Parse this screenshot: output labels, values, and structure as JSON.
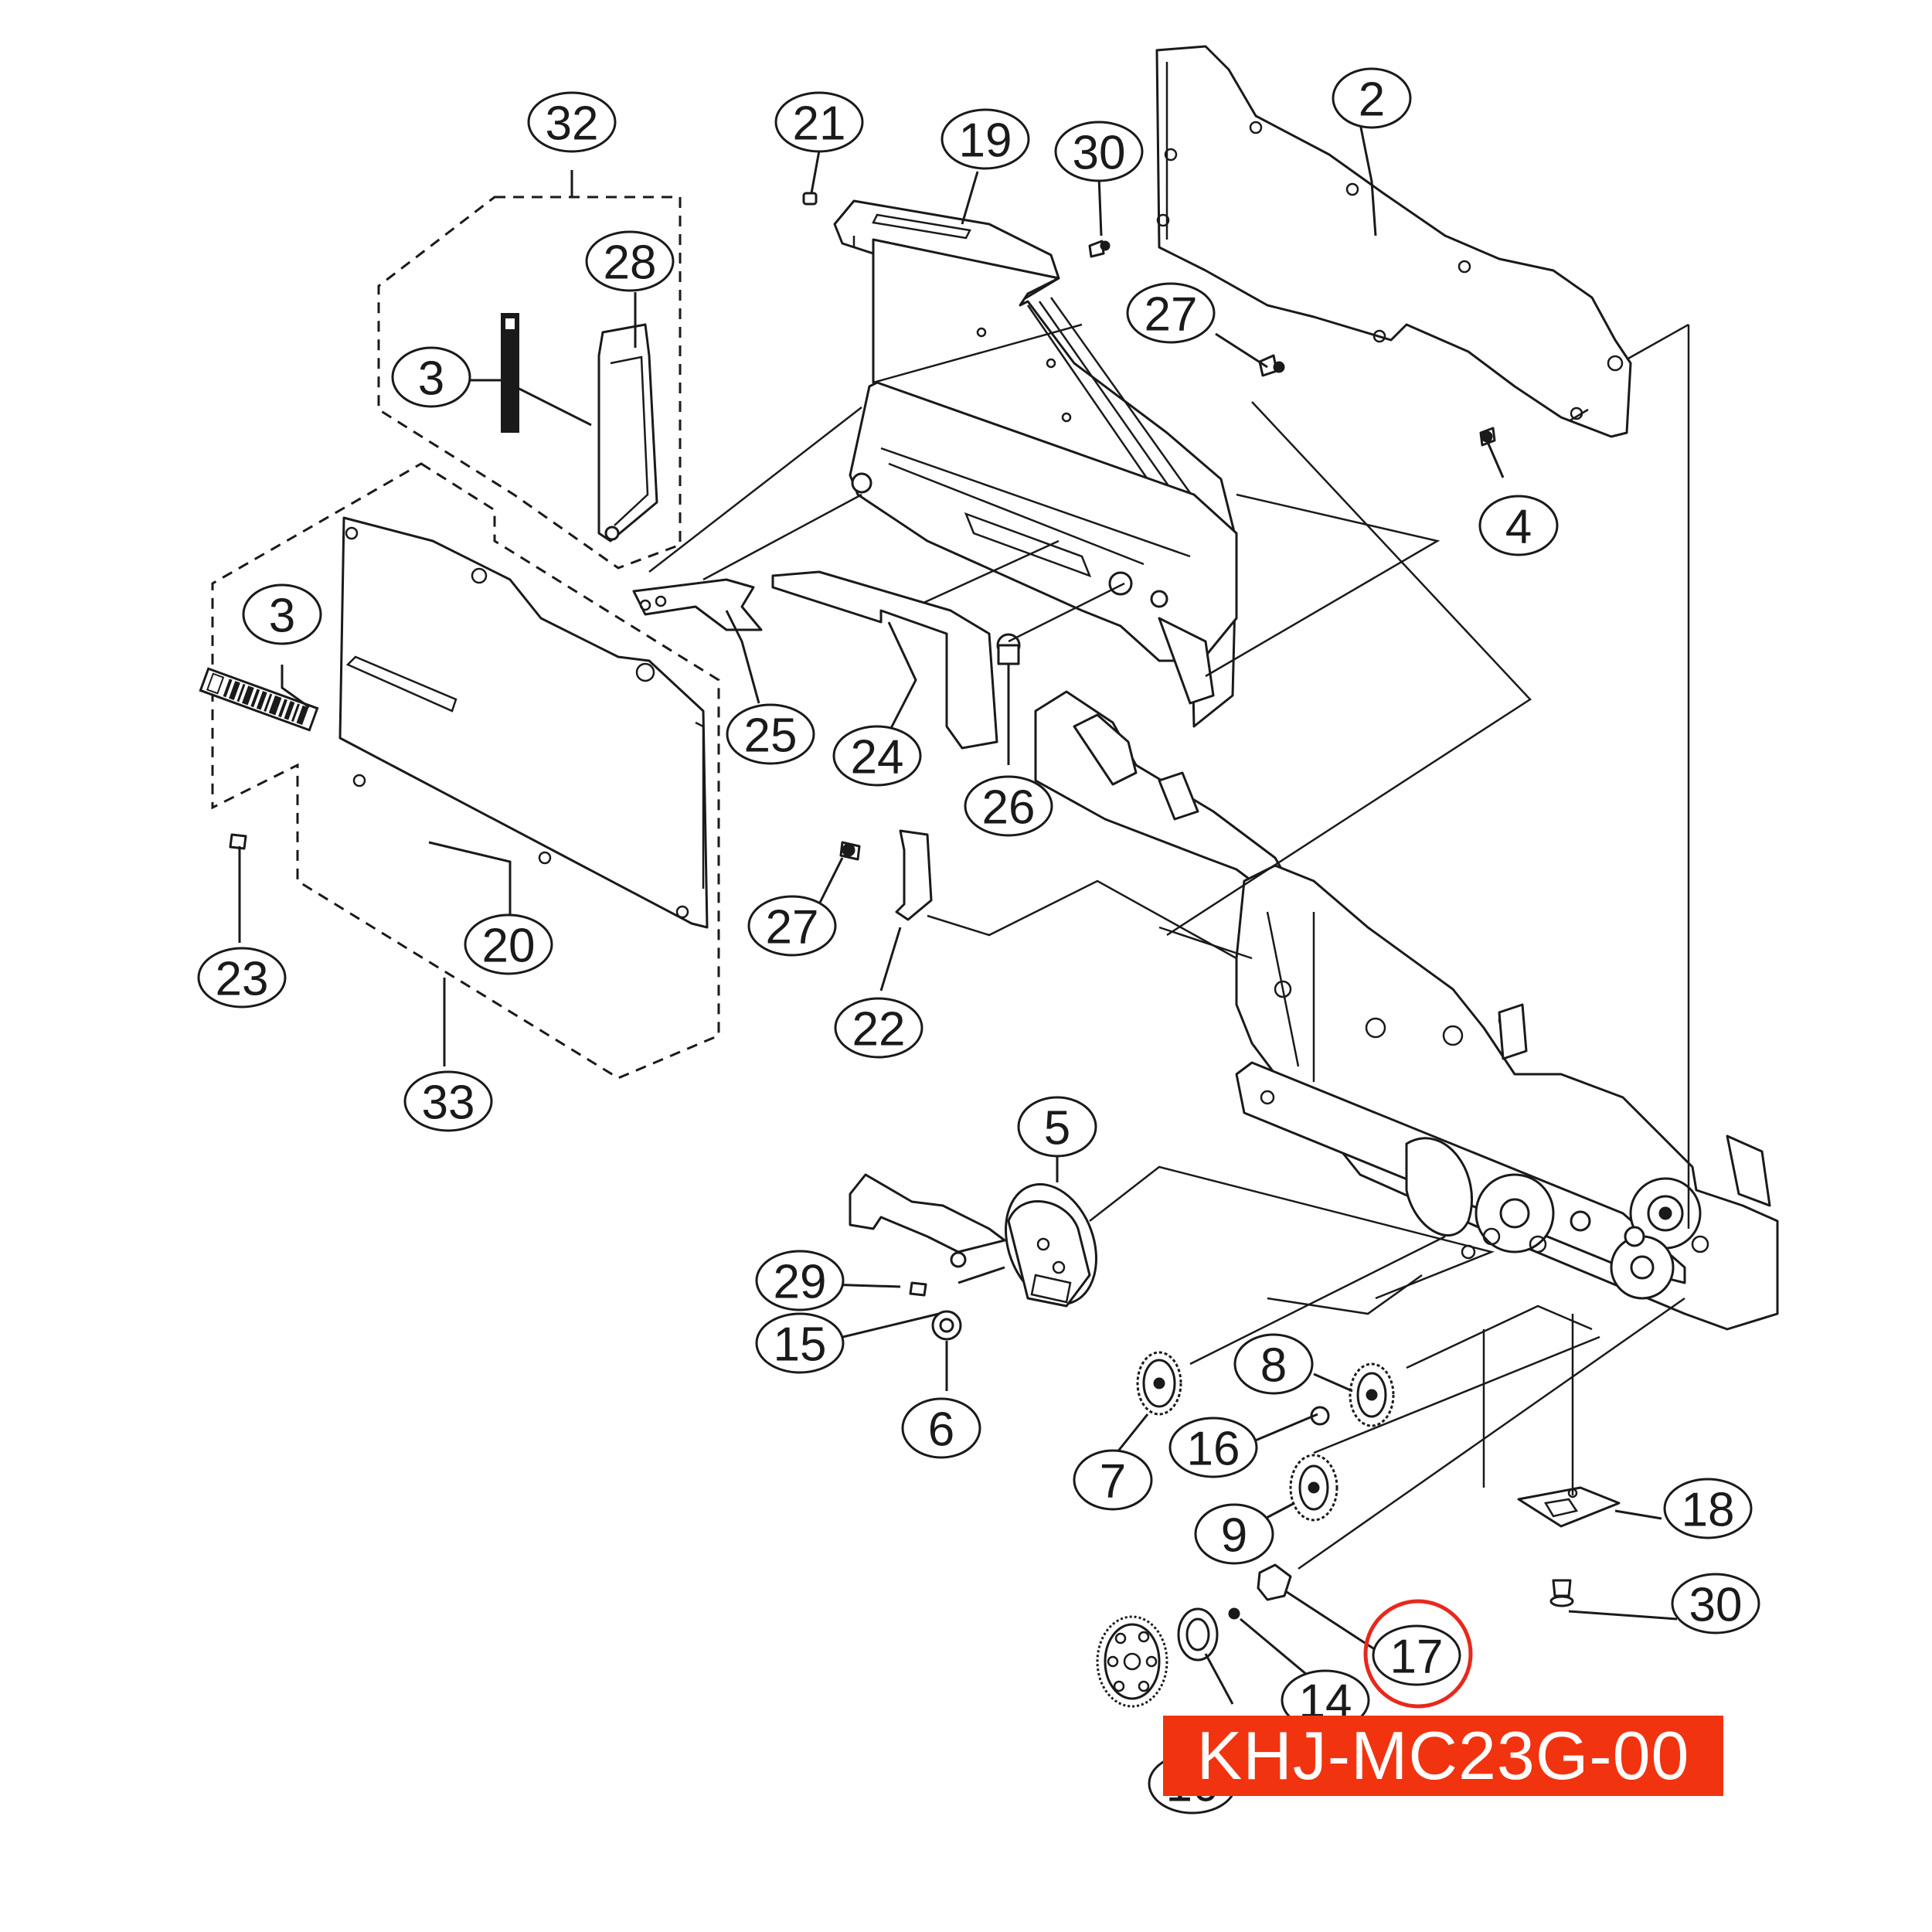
{
  "callouts": [
    {
      "id": "c2",
      "label": "2"
    },
    {
      "id": "c32",
      "label": "32"
    },
    {
      "id": "c21",
      "label": "21"
    },
    {
      "id": "c19",
      "label": "19"
    },
    {
      "id": "c30a",
      "label": "30"
    },
    {
      "id": "c28",
      "label": "28"
    },
    {
      "id": "c27a",
      "label": "27"
    },
    {
      "id": "c3a",
      "label": "3"
    },
    {
      "id": "c4",
      "label": "4"
    },
    {
      "id": "c3b",
      "label": "3"
    },
    {
      "id": "c25",
      "label": "25"
    },
    {
      "id": "c24",
      "label": "24"
    },
    {
      "id": "c26",
      "label": "26"
    },
    {
      "id": "c27b",
      "label": "27"
    },
    {
      "id": "c22",
      "label": "22"
    },
    {
      "id": "c20",
      "label": "20"
    },
    {
      "id": "c23",
      "label": "23"
    },
    {
      "id": "c33",
      "label": "33"
    },
    {
      "id": "c5",
      "label": "5"
    },
    {
      "id": "c29",
      "label": "29"
    },
    {
      "id": "c15",
      "label": "15"
    },
    {
      "id": "c6",
      "label": "6"
    },
    {
      "id": "c8",
      "label": "8"
    },
    {
      "id": "c7",
      "label": "7"
    },
    {
      "id": "c16",
      "label": "16"
    },
    {
      "id": "c9",
      "label": "9"
    },
    {
      "id": "c18",
      "label": "18"
    },
    {
      "id": "c30b",
      "label": "30"
    },
    {
      "id": "c17",
      "label": "17"
    },
    {
      "id": "c14",
      "label": "14"
    },
    {
      "id": "c10",
      "label": "10"
    }
  ],
  "highlighted_callout": "17",
  "part_number": "KHJ-MC23G-00",
  "colors": {
    "line": "#1a1a1a",
    "highlight_ring": "#e8281c",
    "tag_background": "#f2330f",
    "tag_text": "#ffffff"
  }
}
